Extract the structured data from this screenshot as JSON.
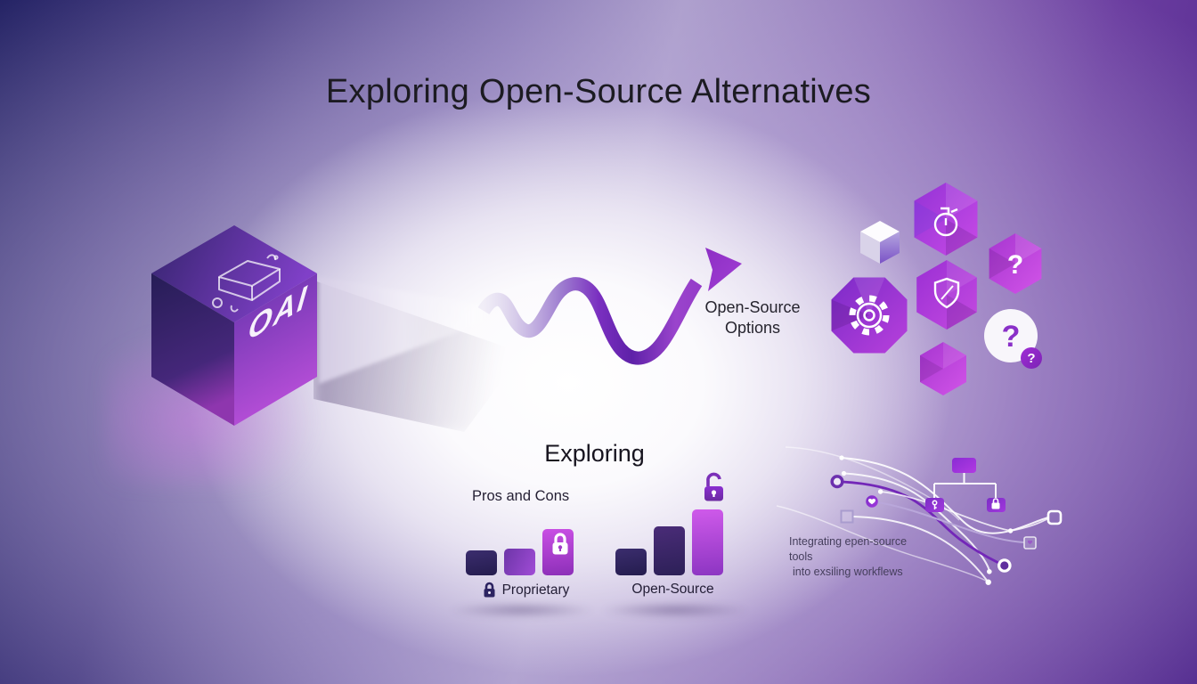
{
  "title": "Exploring Open-Source Alternatives",
  "cube": {
    "label": "OAI",
    "top_icon": "isometric-box-sketch-icon"
  },
  "arrow": {
    "label": [
      "Open-Source",
      "Options"
    ]
  },
  "cluster": {
    "question_mark": "?",
    "icons": [
      "cube-icon",
      "flask-icon",
      "question-mark",
      "gear-icon",
      "shield-pen-icon",
      "question-circle",
      "blank-hexagon"
    ]
  },
  "exploring": {
    "heading": "Exploring",
    "subtitle": "Pros and Cons"
  },
  "workflow": {
    "caption_line1": "Integrating epen-source tools",
    "caption_line2": "into exsiling workflews",
    "icons": [
      "circle-node",
      "heart-badge",
      "square-node",
      "tree-root",
      "key-icon",
      "lock-icon"
    ]
  },
  "colors": {
    "accent_purple": "#7b2fc0",
    "magenta": "#c44fe0",
    "dark_navy": "#232264",
    "background_center": "#f7f5fa",
    "text_dark": "#1c1b22"
  },
  "chart_data": {
    "type": "bar",
    "title": "Exploring",
    "subtitle": "Pros and Cons",
    "categories": [
      "Proprietary",
      "Open-Source"
    ],
    "groups": [
      {
        "label": "Proprietary",
        "lock": "closed",
        "bars": [
          28,
          30,
          52
        ],
        "lock_overlay_bar": 2
      },
      {
        "label": "Open-Source",
        "lock": "open",
        "bars": [
          30,
          55,
          74
        ]
      }
    ],
    "unit": "relative-height-px",
    "axes": "none",
    "legend": "none"
  }
}
